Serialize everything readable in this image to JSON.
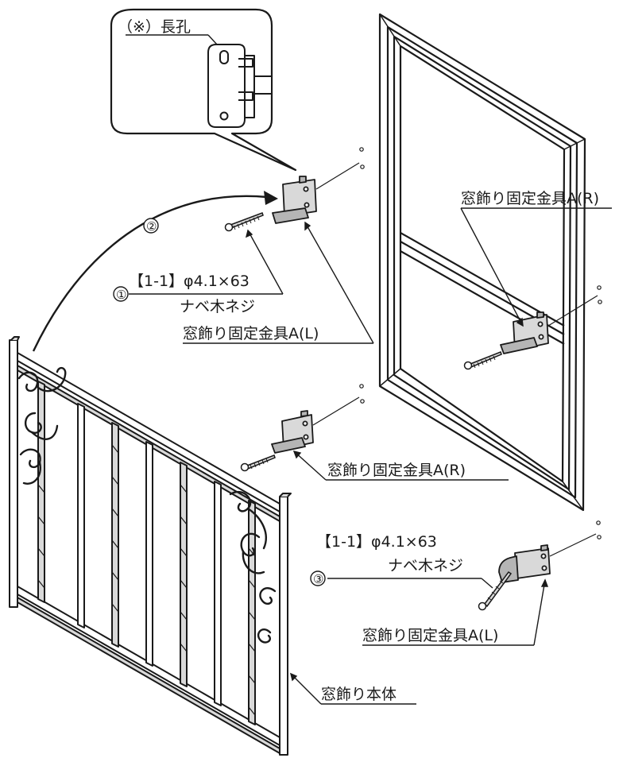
{
  "callout": {
    "title": "（※）長孔"
  },
  "steps": {
    "one": "①",
    "two": "②",
    "three": "③"
  },
  "labels": {
    "bracket_left_top": "窓飾り固定金具A(L)",
    "bracket_right_upper": "窓飾り固定金具A(R)",
    "bracket_right_middle": "窓飾り固定金具A(R)",
    "bracket_left_bottom": "窓飾り固定金具A(L)",
    "main_body": "窓飾り本体",
    "screw_spec_1": "【1-1】φ4.1×63",
    "screw_name_1": "ナベ木ネジ",
    "screw_spec_2": "【1-1】φ4.1×63",
    "screw_name_2": "ナベ木ネジ"
  },
  "colors": {
    "ink": "#1a1a1a",
    "part_fill": "#d9d9d9",
    "dark_fill": "#b5b5b5",
    "white": "#ffffff"
  }
}
